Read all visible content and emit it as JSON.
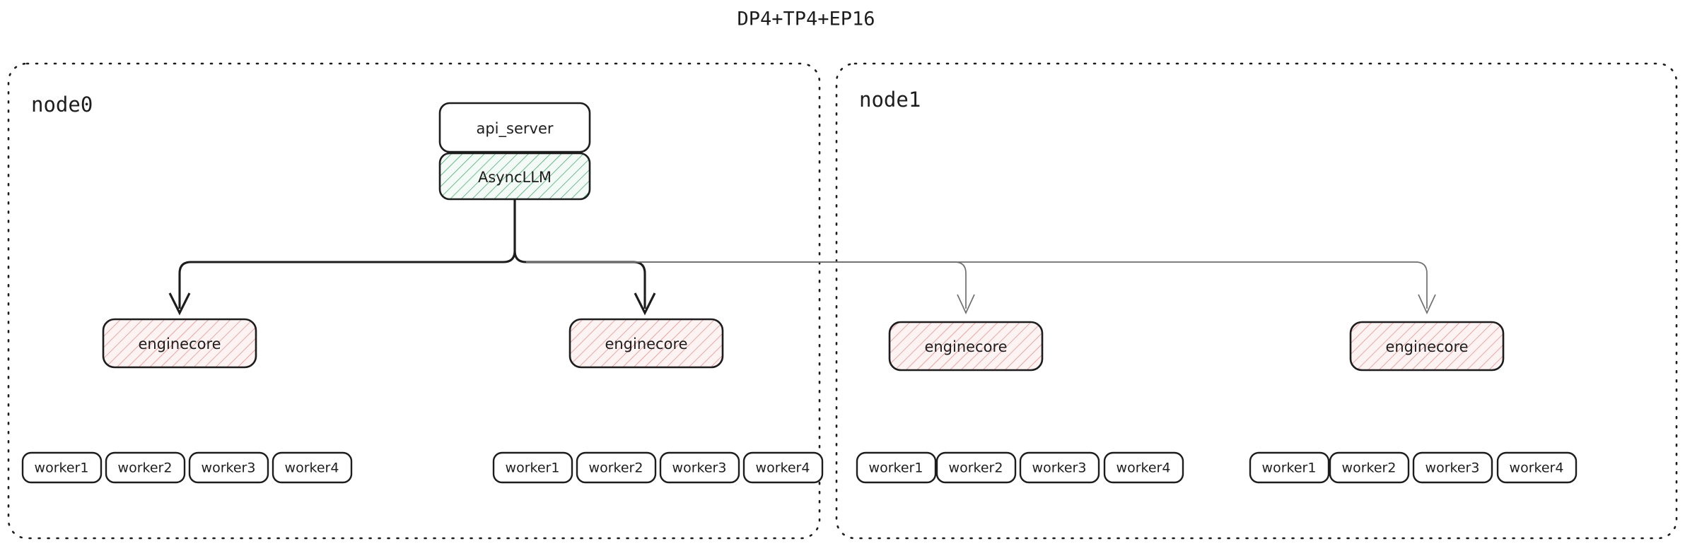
{
  "title": "DP4+TP4+EP16",
  "colors": {
    "stroke": "#1d1d1d",
    "edge_light": "#6f6f6f",
    "green_hatch": "#3ea46a",
    "green_fill": "#f4fbf6",
    "pink_hatch": "#e58a8a",
    "pink_fill": "#fdf3f3",
    "white": "#ffffff",
    "background": "#ffffff"
  },
  "nodes": [
    {
      "id": "node0",
      "label": "node0",
      "boxes": {
        "api_server": "api_server",
        "async_llm": "AsyncLLM"
      },
      "enginecores": [
        {
          "label": "enginecore",
          "workers": [
            "worker1",
            "worker2",
            "worker3",
            "worker4"
          ]
        },
        {
          "label": "enginecore",
          "workers": [
            "worker1",
            "worker2",
            "worker3",
            "worker4"
          ]
        }
      ]
    },
    {
      "id": "node1",
      "label": "node1",
      "enginecores": [
        {
          "label": "enginecore",
          "workers": [
            "worker1",
            "worker2",
            "worker3",
            "worker4"
          ]
        },
        {
          "label": "enginecore",
          "workers": [
            "worker1",
            "worker2",
            "worker3",
            "worker4"
          ]
        }
      ]
    }
  ]
}
